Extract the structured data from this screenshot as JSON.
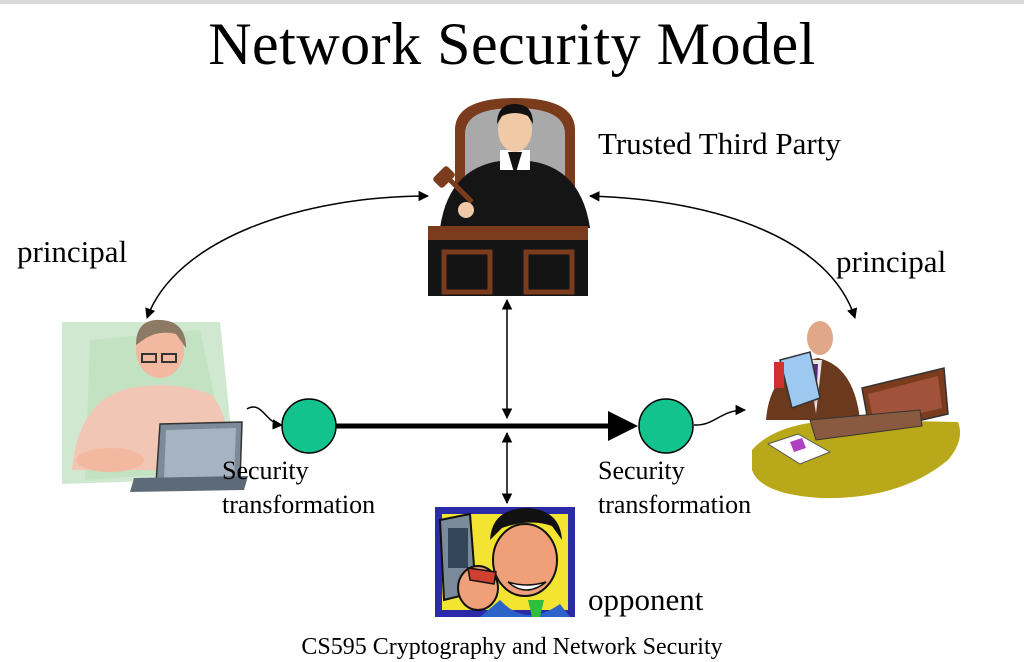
{
  "title": "Network Security Model",
  "labels": {
    "trusted_third_party": "Trusted Third Party",
    "principal_left": "principal",
    "principal_right": "principal",
    "security_left_line1": "Security",
    "security_left_line2": "transformation",
    "security_right_line1": "Security",
    "security_right_line2": "transformation",
    "opponent": "opponent"
  },
  "footer": "CS595 Cryptography and Network Security",
  "icons": {
    "judge": "judge-icon",
    "sender": "person-at-computer-icon",
    "receiver": "businessman-at-laptop-icon",
    "opponent": "angry-man-icon"
  },
  "colors": {
    "transform_node": "#13c38e",
    "arrow": "#000000",
    "bench": "#6b3a1e"
  }
}
